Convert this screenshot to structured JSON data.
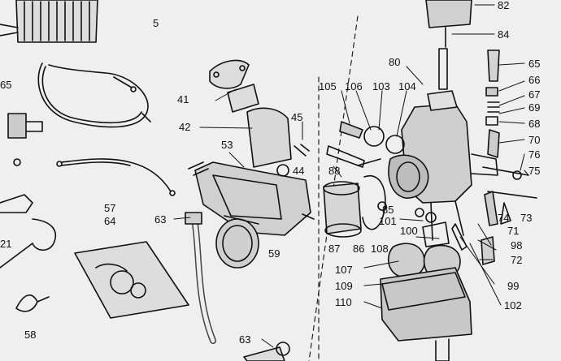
{
  "callouts": {
    "n5": "5",
    "n82": "82",
    "n84": "84",
    "n80": "80",
    "n65a": "65",
    "n66": "66",
    "n67": "67",
    "n69": "69",
    "n68": "68",
    "n70": "70",
    "n76": "76",
    "n75": "75",
    "n105": "105",
    "n106": "106",
    "n103": "103",
    "n104": "104",
    "n41": "41",
    "n42": "42",
    "n45": "45",
    "n53": "53",
    "n44": "44",
    "n88": "88",
    "n57": "57",
    "n64": "64",
    "n63a": "63",
    "n59": "59",
    "n85": "85",
    "n101": "101",
    "n100": "100",
    "n74": "74",
    "n73": "73",
    "n71": "71",
    "n98": "98",
    "n72": "72",
    "n87": "87",
    "n86": "86",
    "n108": "108",
    "n107": "107",
    "n109": "109",
    "n110": "110",
    "n99": "99",
    "n102": "102",
    "n65b": "65",
    "n21": "21",
    "n58": "58",
    "n63b": "63"
  },
  "colors": {
    "ink": "#111111",
    "paper": "#efefef"
  }
}
